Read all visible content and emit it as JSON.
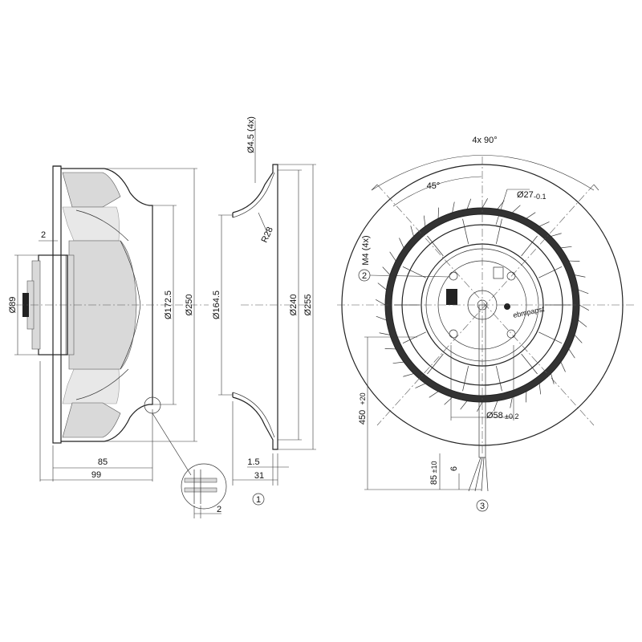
{
  "views": {
    "side": {
      "dia_hub": "Ø89",
      "dia_inlet": "Ø172.5",
      "dia_outer": "Ø250",
      "offset": "2",
      "depth_85": "85",
      "depth_99": "99",
      "detail_2": "2"
    },
    "ring": {
      "hole": "Ø4.5 (4x)",
      "radius": "R28",
      "dia_inner": "Ø164.5",
      "dia_mid": "Ø240",
      "dia_outer": "Ø255",
      "thick": "1.5",
      "width": "31",
      "callout": "1"
    },
    "front": {
      "angle_pattern": "4x 90°",
      "angle": "45°",
      "dia_27": "Ø27",
      "tol_27": "-0.1",
      "thread": "M4 (4x)",
      "callout_thread": "2",
      "cable_len": "450",
      "tol_len": "+20",
      "dia_58": "Ø58",
      "tol_58": "±0.2",
      "strip": "85",
      "tol_strip": "±10",
      "six": "6",
      "callout_cable": "3",
      "label_brand": "ebmpapst"
    }
  }
}
